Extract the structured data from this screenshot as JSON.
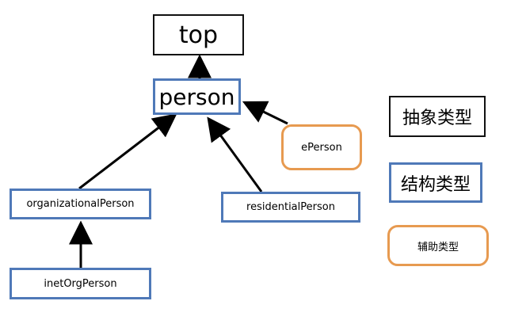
{
  "nodes": {
    "top": "top",
    "person": "person",
    "eperson": "ePerson",
    "organizational": "organizationalPerson",
    "residential": "residentialPerson",
    "inetorg": "inetOrgPerson"
  },
  "legend": {
    "abstract": "抽象类型",
    "structural": "结构类型",
    "auxiliary": "辅助类型"
  },
  "edges": [
    {
      "from": "person",
      "to": "top"
    },
    {
      "from": "organizationalPerson",
      "to": "person"
    },
    {
      "from": "residentialPerson",
      "to": "person"
    },
    {
      "from": "ePerson",
      "to": "person"
    },
    {
      "from": "inetOrgPerson",
      "to": "organizationalPerson"
    }
  ],
  "colors": {
    "abstract_border": "#111111",
    "structural_border": "#4f79b8",
    "auxiliary_border": "#e79a50",
    "arrow": "#000000"
  }
}
